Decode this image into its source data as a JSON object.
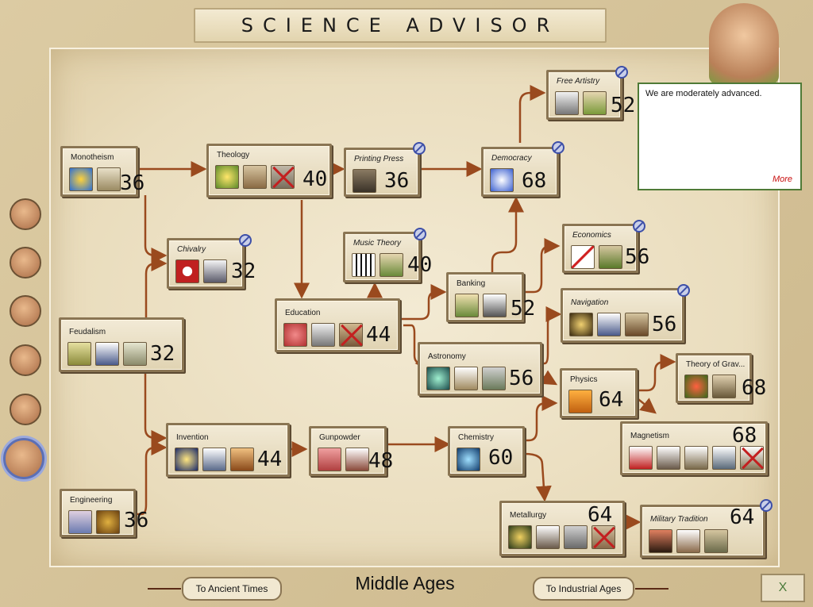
{
  "header": {
    "title": "SCIENCE ADVISOR"
  },
  "advisor": {
    "message": "We are moderately advanced.",
    "more_label": "More"
  },
  "era": {
    "name": "Middle Ages",
    "prev_label": "To Ancient Times",
    "next_label": "To Industrial Ages",
    "close_label": "X"
  },
  "techs": {
    "monotheism": {
      "name": "Monotheism",
      "cost": "36"
    },
    "theology": {
      "name": "Theology",
      "cost": "40"
    },
    "printing_press": {
      "name": "Printing Press",
      "cost": "36"
    },
    "democracy": {
      "name": "Democracy",
      "cost": "68"
    },
    "free_artistry": {
      "name": "Free Artistry",
      "cost": "52"
    },
    "chivalry": {
      "name": "Chivalry",
      "cost": "32"
    },
    "music_theory": {
      "name": "Music Theory",
      "cost": "40"
    },
    "economics": {
      "name": "Economics",
      "cost": "56"
    },
    "banking": {
      "name": "Banking",
      "cost": "52"
    },
    "education": {
      "name": "Education",
      "cost": "44"
    },
    "navigation": {
      "name": "Navigation",
      "cost": "56"
    },
    "feudalism": {
      "name": "Feudalism",
      "cost": "32"
    },
    "astronomy": {
      "name": "Astronomy",
      "cost": "56"
    },
    "physics": {
      "name": "Physics",
      "cost": "64"
    },
    "theory_of_gravity": {
      "name": "Theory of Grav...",
      "cost": "68"
    },
    "invention": {
      "name": "Invention",
      "cost": "44"
    },
    "gunpowder": {
      "name": "Gunpowder",
      "cost": "48"
    },
    "chemistry": {
      "name": "Chemistry",
      "cost": "60"
    },
    "magnetism": {
      "name": "Magnetism",
      "cost": "68"
    },
    "engineering": {
      "name": "Engineering",
      "cost": "36"
    },
    "metallurgy": {
      "name": "Metallurgy",
      "cost": "64"
    },
    "military_tradition": {
      "name": "Military Tradition",
      "cost": "64"
    }
  },
  "colors": {
    "link": "#9a4a1e",
    "forbidden": "#3d4fa8",
    "bubble_border": "#4f7a36",
    "more": "#c81010"
  }
}
